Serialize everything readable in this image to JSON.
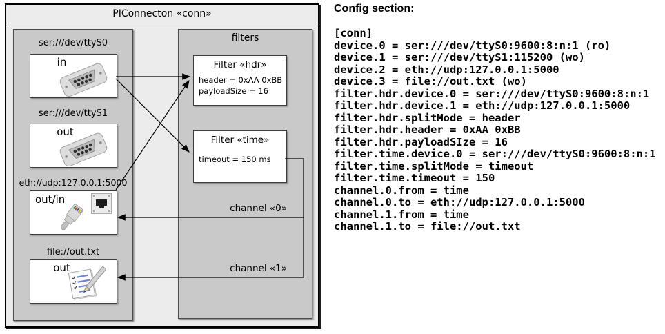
{
  "diagram": {
    "title": "PIConnecton «conn»",
    "devices": [
      {
        "label": "ser:///dev/ttyS0",
        "direction": "in",
        "icon": "serial-connector"
      },
      {
        "label": "ser:///dev/ttyS1",
        "direction": "out",
        "icon": "serial-connector"
      },
      {
        "label": "eth://udp:127.0.0.1:5000",
        "direction": "out/in",
        "icon": "ethernet-connector"
      },
      {
        "label": "file://out.txt",
        "direction": "out",
        "icon": "notepad"
      }
    ],
    "filters_panel": {
      "title": "filters",
      "filters": [
        {
          "title": "Filter «hdr»",
          "attributes": [
            "header = 0xAA 0xBB",
            "payloadSize = 16"
          ]
        },
        {
          "title": "Filter «time»",
          "attributes": [
            "timeout = 150 ms"
          ]
        }
      ]
    },
    "channels": [
      {
        "label": "channel «0»"
      },
      {
        "label": "channel «1»"
      }
    ]
  },
  "config": {
    "heading": "Config section:",
    "lines": [
      "[conn]",
      "device.0 = ser:///dev/ttyS0:9600:8:n:1 (ro)",
      "device.1 = ser:///dev/ttyS1:115200 (wo)",
      "device.2 = eth://udp:127.0.0.1:5000",
      "device.3 = file://out.txt (wo)",
      "filter.hdr.device.0 = ser:///dev/ttyS0:9600:8:n:1",
      "filter.hdr.device.1 = eth://udp:127.0.0.1:5000",
      "filter.hdr.splitMode = header",
      "filter.hdr.header = 0xAA 0xBB",
      "filter.hdr.payloadSIze = 16",
      "filter.time.device.0 = ser:///dev/ttyS0:9600:8:n:1",
      "filter.time.splitMode = timeout",
      "filter.time.timeout = 150",
      "channel.0.from = time",
      "channel.0.to = eth://udp:127.0.0.1:5000",
      "channel.1.from = time",
      "channel.1.to = file://out.txt"
    ]
  },
  "colors": {
    "figure_bg": "#ececec",
    "panel_bg": "#c9c9c9",
    "box_bg": "#ffffff",
    "line": "#000000",
    "text": "#000000"
  }
}
